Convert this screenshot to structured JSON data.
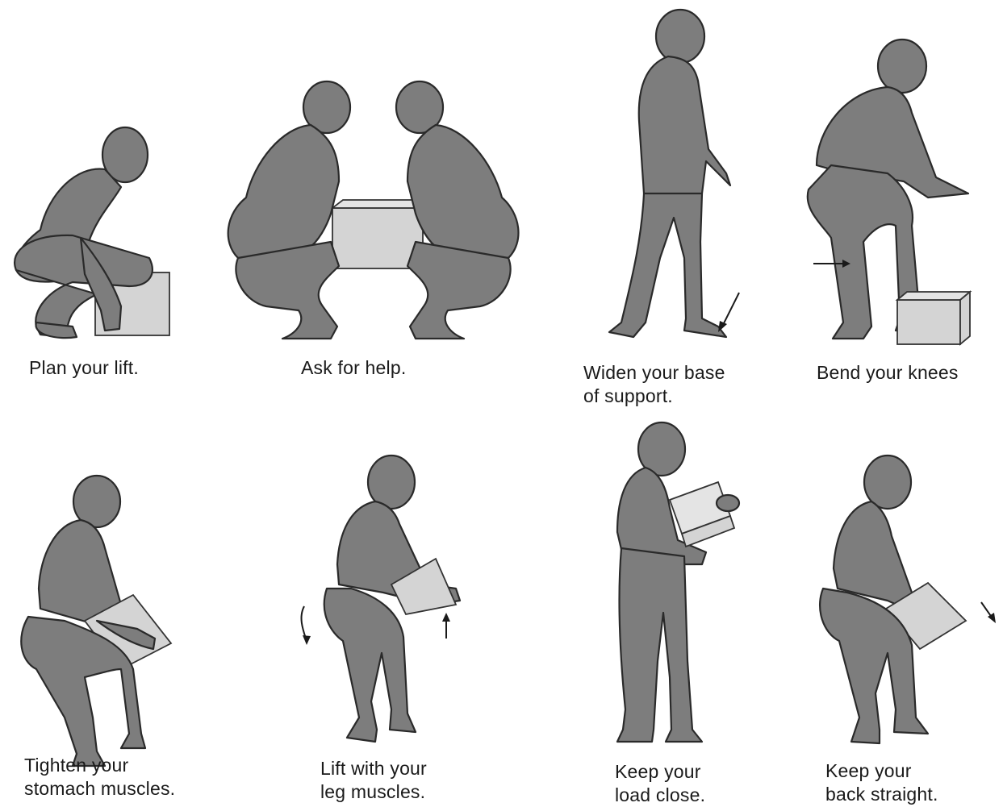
{
  "panels": [
    {
      "caption": [
        "Plan your lift."
      ]
    },
    {
      "caption": [
        "Ask for help."
      ]
    },
    {
      "caption": [
        "Widen your base",
        "of support."
      ]
    },
    {
      "caption": [
        "Bend your knees"
      ]
    },
    {
      "caption": [
        "Tighten your",
        "stomach muscles."
      ]
    },
    {
      "caption": [
        "Lift with your",
        "leg muscles."
      ]
    },
    {
      "caption": [
        "Keep your",
        "load close."
      ]
    },
    {
      "caption": [
        "Keep your",
        "back straight."
      ]
    }
  ],
  "colors": {
    "figure": "#7d7d7d",
    "box": "#d4d4d4",
    "text": "#1a1a1a"
  }
}
